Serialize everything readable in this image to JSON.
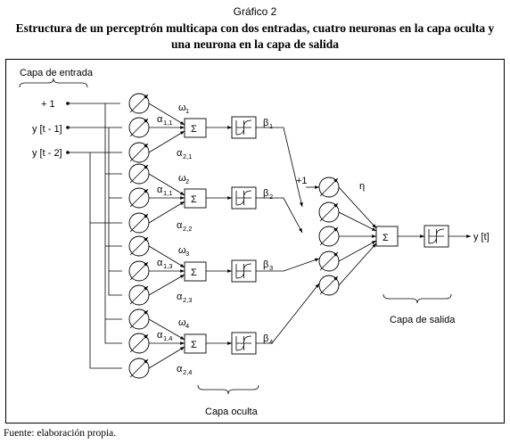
{
  "figure": {
    "number": "Gráfico 2",
    "title_line1": "Estructura de un perceptrón multicapa con dos entradas, cuatro neuronas en la capa oculta y",
    "title_line2": "una neurona en la capa de salida",
    "source": "Fuente: elaboración propia."
  },
  "layers": {
    "input": "Capa de entrada",
    "hidden": "Capa oculta",
    "output": "Capa de salida"
  },
  "inputs": [
    {
      "text": "+ 1"
    },
    {
      "text": "y [t - 1]"
    },
    {
      "text": "y [t - 2]"
    }
  ],
  "hidden_weights": [
    {
      "w": "ω",
      "w_sub": "1",
      "a1": "α",
      "a1_sub": "1,1",
      "a2": "α",
      "a2_sub": "2,1",
      "beta": "β",
      "beta_sub": "1"
    },
    {
      "w": "ω",
      "w_sub": "2",
      "a1": "α",
      "a1_sub": "1,1",
      "a2": "α",
      "a2_sub": "2,2",
      "beta": "β",
      "beta_sub": "2"
    },
    {
      "w": "ω",
      "w_sub": "3",
      "a1": "α",
      "a1_sub": "1,3",
      "a2": "α",
      "a2_sub": "2,3",
      "beta": "β",
      "beta_sub": "3"
    },
    {
      "w": "ω",
      "w_sub": "4",
      "a1": "α",
      "a1_sub": "1,4",
      "a2": "α",
      "a2_sub": "2,4",
      "beta": "β",
      "beta_sub": "4"
    }
  ],
  "output_bias": {
    "plus_one": "+1",
    "eta": "η"
  },
  "output": {
    "text": "y [t]"
  },
  "sum_symbol": "Σ"
}
